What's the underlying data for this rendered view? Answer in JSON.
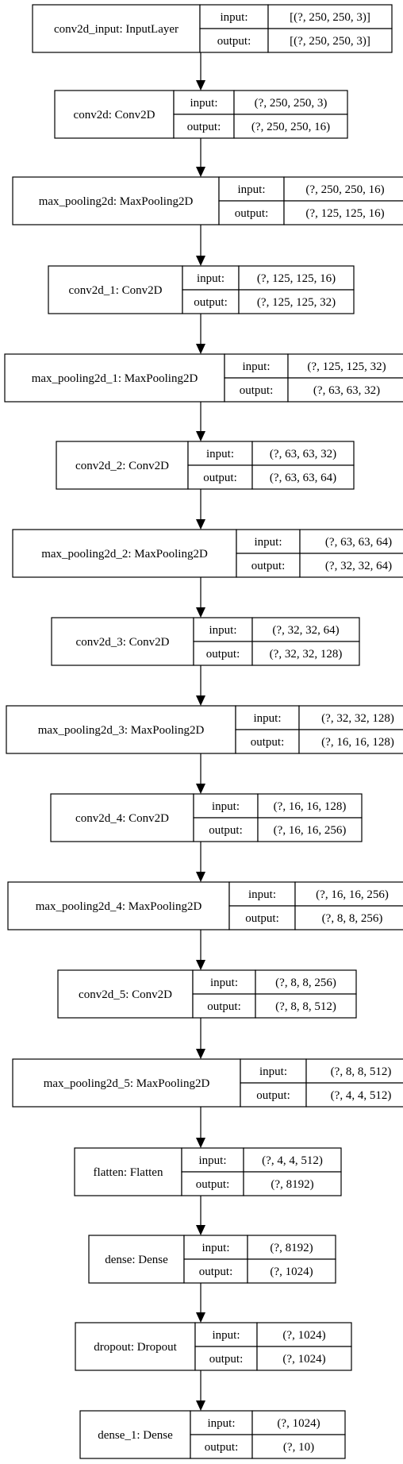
{
  "labels": {
    "input": "input:",
    "output": "output:"
  },
  "nodes": [
    {
      "name": "conv2d_input: InputLayer",
      "input": "[(?, 250, 250, 3)]",
      "output": "[(?, 250, 250, 3)]"
    },
    {
      "name": "conv2d: Conv2D",
      "input": "(?, 250, 250, 3)",
      "output": "(?, 250, 250, 16)"
    },
    {
      "name": "max_pooling2d: MaxPooling2D",
      "input": "(?, 250, 250, 16)",
      "output": "(?, 125, 125, 16)"
    },
    {
      "name": "conv2d_1: Conv2D",
      "input": "(?, 125, 125, 16)",
      "output": "(?, 125, 125, 32)"
    },
    {
      "name": "max_pooling2d_1: MaxPooling2D",
      "input": "(?, 125, 125, 32)",
      "output": "(?, 63, 63, 32)"
    },
    {
      "name": "conv2d_2: Conv2D",
      "input": "(?, 63, 63, 32)",
      "output": "(?, 63, 63, 64)"
    },
    {
      "name": "max_pooling2d_2: MaxPooling2D",
      "input": "(?, 63, 63, 64)",
      "output": "(?, 32, 32, 64)"
    },
    {
      "name": "conv2d_3: Conv2D",
      "input": "(?, 32, 32, 64)",
      "output": "(?, 32, 32, 128)"
    },
    {
      "name": "max_pooling2d_3: MaxPooling2D",
      "input": "(?, 32, 32, 128)",
      "output": "(?, 16, 16, 128)"
    },
    {
      "name": "conv2d_4: Conv2D",
      "input": "(?, 16, 16, 128)",
      "output": "(?, 16, 16, 256)"
    },
    {
      "name": "max_pooling2d_4: MaxPooling2D",
      "input": "(?, 16, 16, 256)",
      "output": "(?, 8, 8, 256)"
    },
    {
      "name": "conv2d_5: Conv2D",
      "input": "(?, 8, 8, 256)",
      "output": "(?, 8, 8, 512)"
    },
    {
      "name": "max_pooling2d_5: MaxPooling2D",
      "input": "(?, 8, 8, 512)",
      "output": "(?, 4, 4, 512)"
    },
    {
      "name": "flatten: Flatten",
      "input": "(?, 4, 4, 512)",
      "output": "(?, 8192)"
    },
    {
      "name": "dense: Dense",
      "input": "(?, 8192)",
      "output": "(?, 1024)"
    },
    {
      "name": "dropout: Dropout",
      "input": "(?, 1024)",
      "output": "(?, 1024)"
    },
    {
      "name": "dense_1: Dense",
      "input": "(?, 1024)",
      "output": "(?, 10)"
    }
  ]
}
